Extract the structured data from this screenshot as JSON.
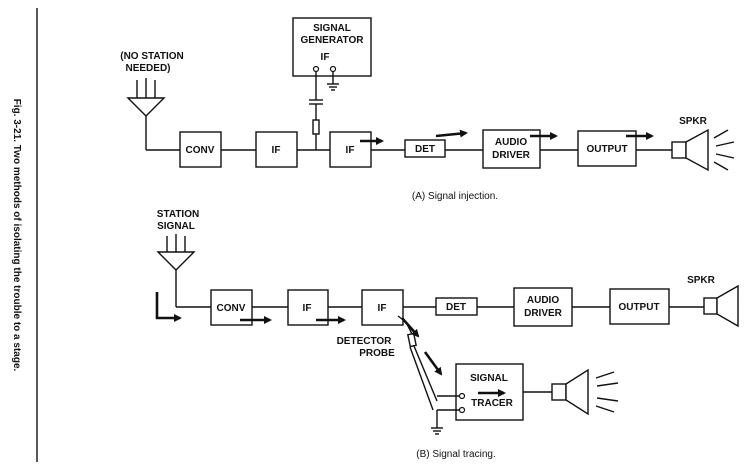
{
  "figure_caption": "Fig. 3-21. Two methods of isolating the trouble to a stage.",
  "panel_a": {
    "caption": "(A) Signal injection.",
    "antenna_label_1": "(NO STATION",
    "antenna_label_2": "NEEDED)",
    "generator_line_1": "SIGNAL",
    "generator_line_2": "GENERATOR",
    "generator_output": "IF",
    "blocks": [
      "CONV",
      "IF",
      "IF",
      "DET"
    ],
    "audio_driver_1": "AUDIO",
    "audio_driver_2": "DRIVER",
    "output": "OUTPUT",
    "speaker": "SPKR"
  },
  "panel_b": {
    "caption": "(B) Signal tracing.",
    "antenna_label_1": "STATION",
    "antenna_label_2": "SIGNAL",
    "blocks": [
      "CONV",
      "IF",
      "IF",
      "DET"
    ],
    "audio_driver_1": "AUDIO",
    "audio_driver_2": "DRIVER",
    "output": "OUTPUT",
    "speaker": "SPKR",
    "probe_1": "DETECTOR",
    "probe_2": "PROBE",
    "tracer_1": "SIGNAL",
    "tracer_2": "TRACER"
  }
}
